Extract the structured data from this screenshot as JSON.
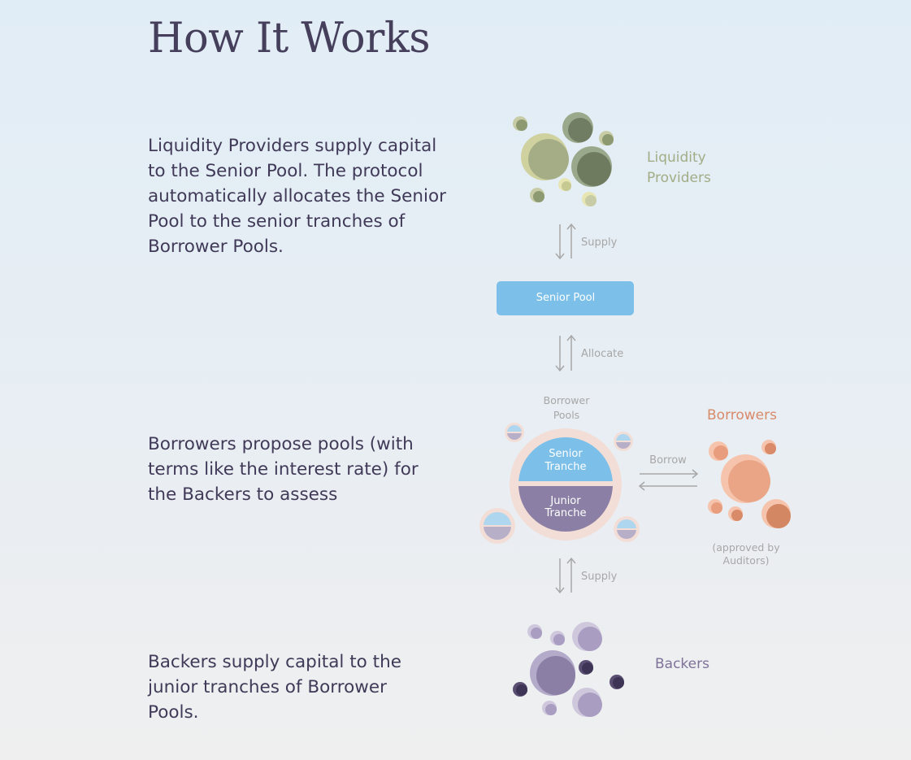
{
  "header": {
    "title": "How It Works"
  },
  "steps": [
    {
      "text": "Liquidity Providers supply capital to the Senior Pool. The protocol automatically allocates the Senior Pool to the senior tranches of Borrower Pools."
    },
    {
      "text": "Borrowers propose pools (with terms like the interest rate) for the Backers to assess"
    },
    {
      "text": "Backers supply capital to the junior tranches of Borrower Pools."
    }
  ],
  "diagram": {
    "liquidity_providers": {
      "line1": "Liquidity",
      "line2": "Providers"
    },
    "arrow_supply_top": "Supply",
    "senior_pool": "Senior Pool",
    "arrow_allocate": "Allocate",
    "borrower_pools": {
      "line1": "Borrower",
      "line2": "Pools"
    },
    "senior_tranche": {
      "line1": "Senior",
      "line2": "Tranche"
    },
    "junior_tranche": {
      "line1": "Junior",
      "line2": "Tranche"
    },
    "arrow_borrow": "Borrow",
    "borrowers": "Borrowers",
    "auditors_note": {
      "line1": "(approved by",
      "line2": "Auditors)"
    },
    "arrow_supply_bottom": "Supply",
    "backers": "Backers"
  },
  "colors": {
    "title": "#453f5c",
    "liquidity": "#a2ad86",
    "senior_blue": "#7cc0ea",
    "junior_purple": "#8b7fa6",
    "borrowers": "#d98a69",
    "backers": "#7f7299",
    "arrow_gray": "#a7a7a7"
  }
}
